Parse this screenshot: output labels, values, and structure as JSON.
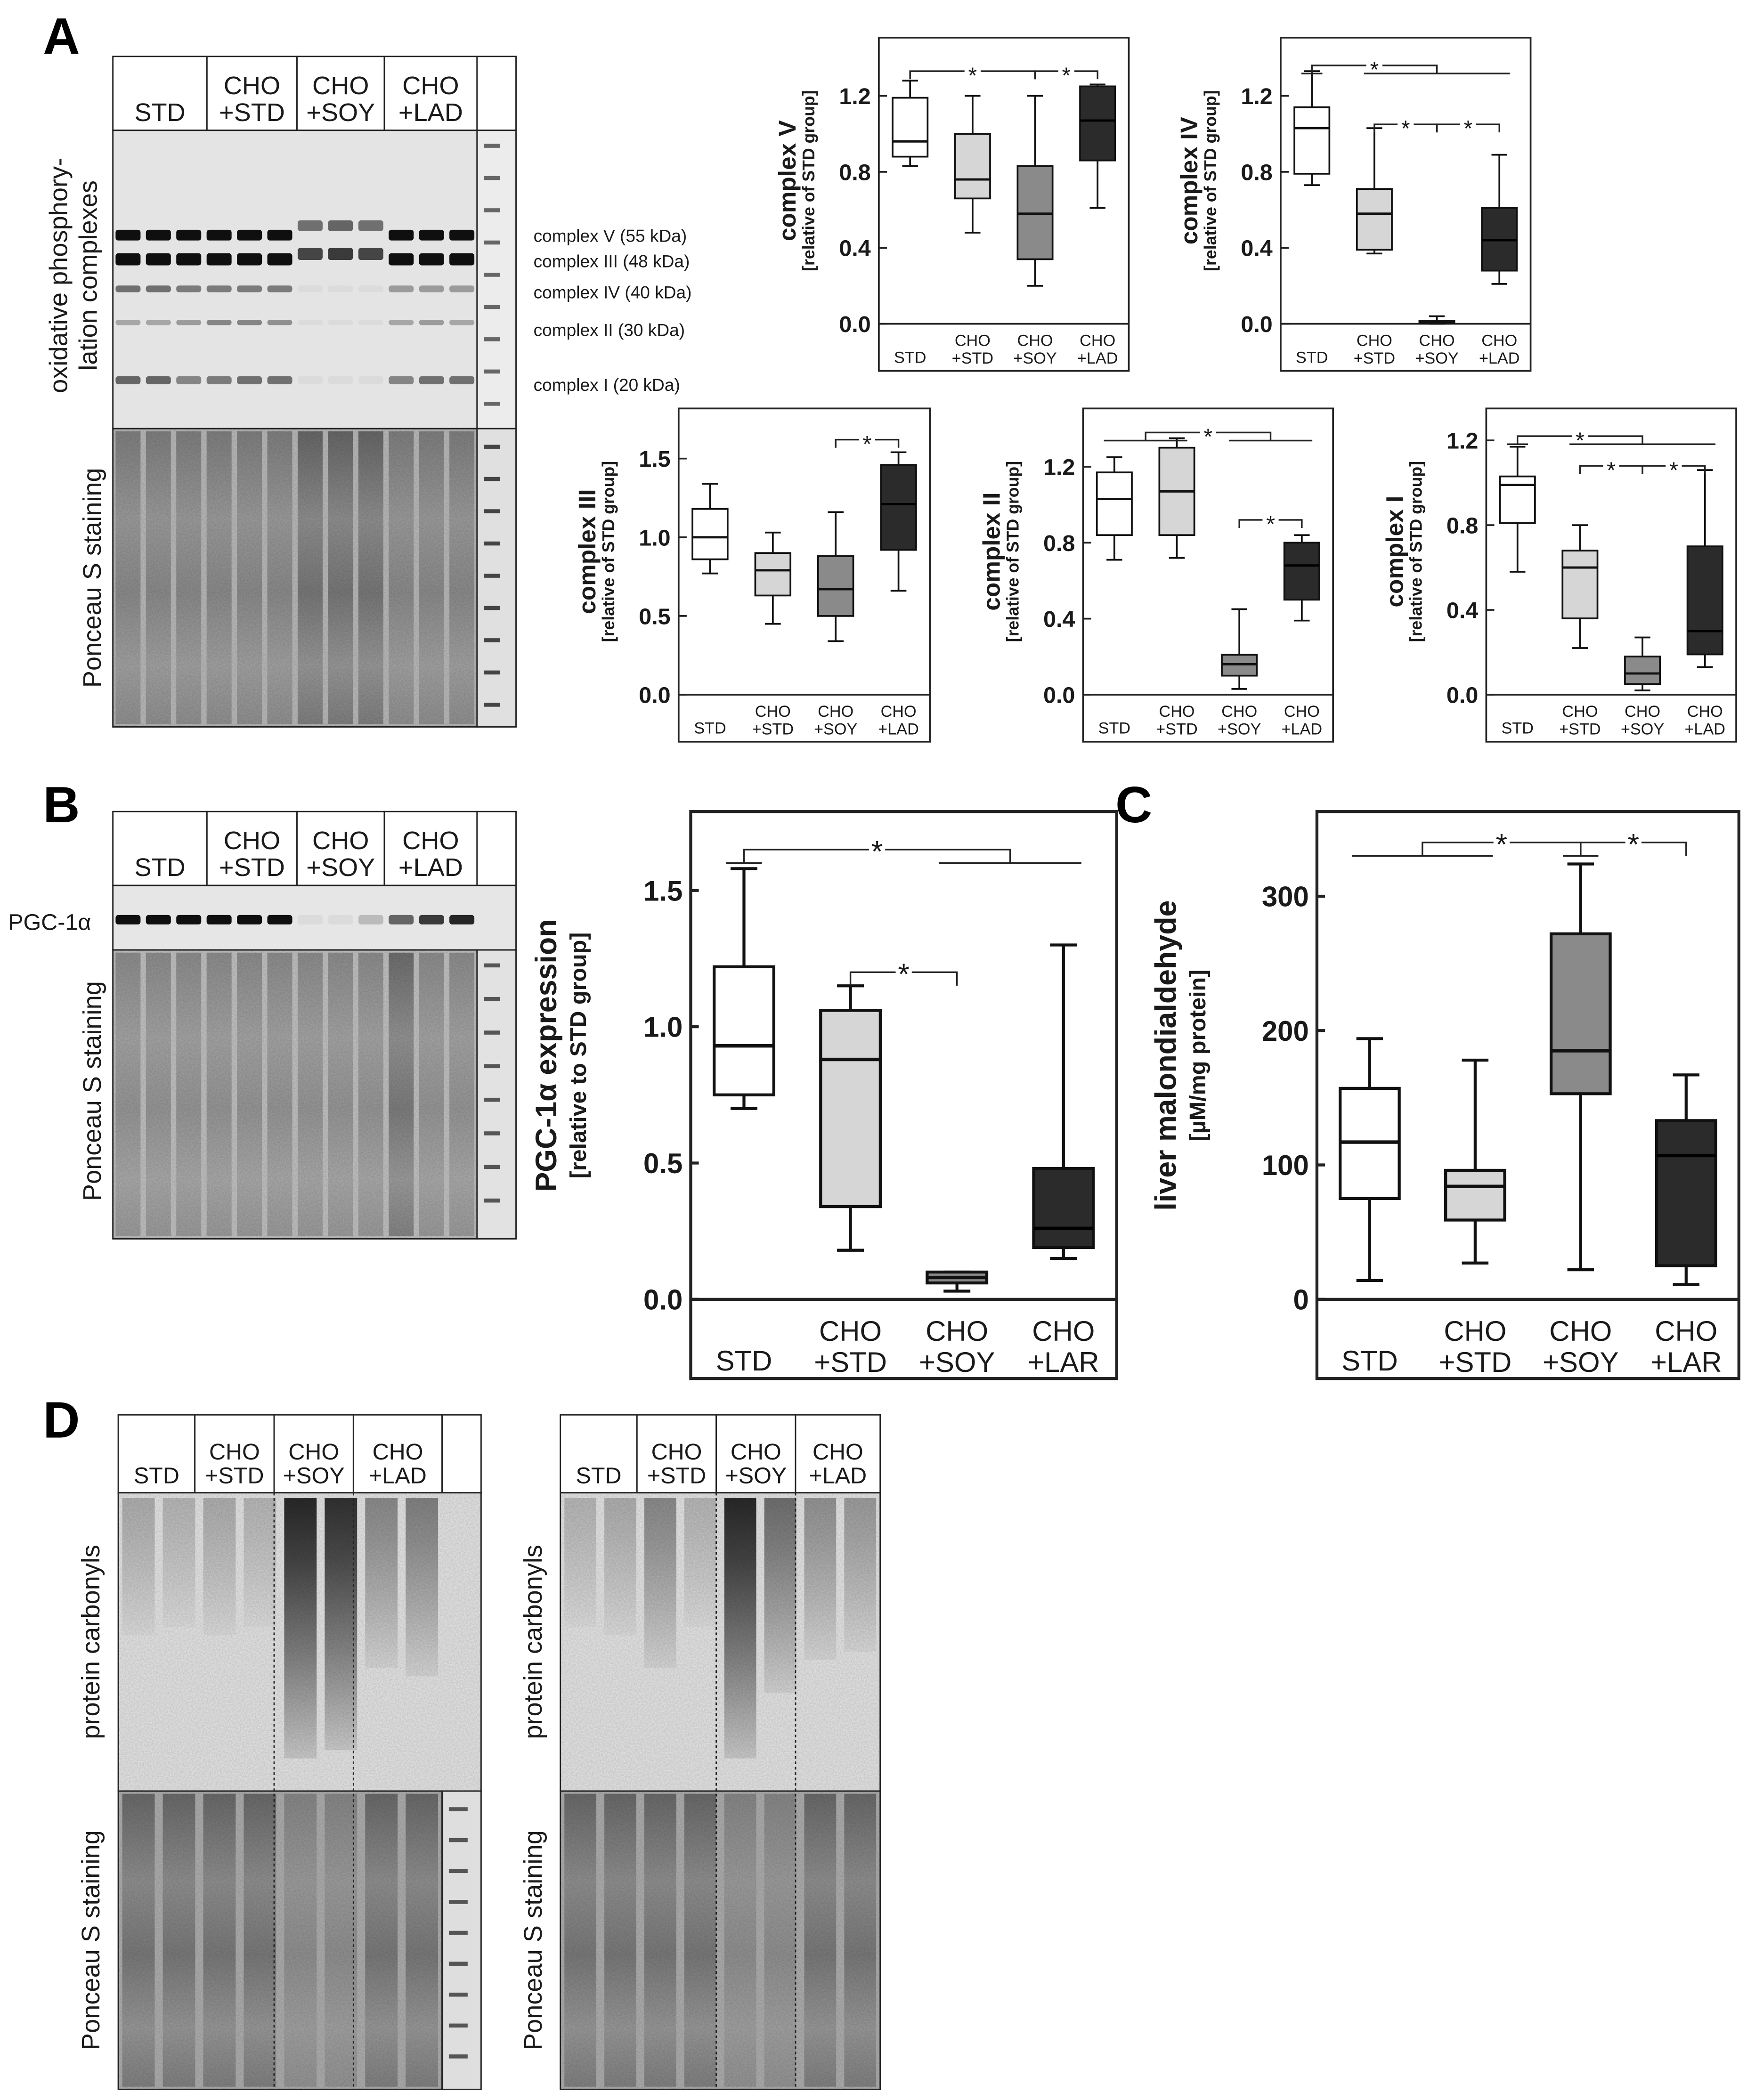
{
  "panel_letters": [
    "A",
    "B",
    "C",
    "D"
  ],
  "group_labels": [
    "STD",
    "CHO\n+STD",
    "CHO\n+SOY",
    "CHO\n+LAD"
  ],
  "group_labels_lar": [
    "STD",
    "CHO\n+STD",
    "CHO\n+SOY",
    "CHO\n+LAR"
  ],
  "blot_a": {
    "side_label_top": "oxidative phosphory-\nlation complexes",
    "side_label_bottom": "Ponceau S staining",
    "band_labels": [
      "complex V (55 kDa)",
      "complex III (48 kDa)",
      "complex IV (40 kDa)",
      "complex II (30 kDa)",
      "complex I (20 kDa)"
    ]
  },
  "blot_b": {
    "band_label": "PGC-1α",
    "side_label_bottom": "Ponceau S staining"
  },
  "blot_d": {
    "side_label_top": "protein carbonyls",
    "side_label_bottom": "Ponceau S staining"
  },
  "significance_marker": "*",
  "fill_colors": [
    "#ffffff",
    "#d6d6d6",
    "#8a8a8a",
    "#2b2b2b"
  ],
  "chart_data": [
    {
      "id": "complexV",
      "type": "box",
      "ylabel": "complex V",
      "ylabel_sub": "[relative of STD group]",
      "ylim": [
        0,
        1.45
      ],
      "yticks": [
        0.0,
        0.4,
        0.8,
        1.2
      ],
      "yticklabels": [
        "0.0",
        "0.4",
        "0.8",
        "1.2"
      ],
      "categories": [
        "STD",
        "CHO\n+STD",
        "CHO\n+SOY",
        "CHO\n+LAD"
      ],
      "boxes": [
        {
          "min": 0.83,
          "q1": 0.88,
          "median": 0.96,
          "q3": 1.19,
          "max": 1.28
        },
        {
          "min": 0.48,
          "q1": 0.66,
          "median": 0.76,
          "q3": 1.0,
          "max": 1.2
        },
        {
          "min": 0.2,
          "q1": 0.34,
          "median": 0.58,
          "q3": 0.83,
          "max": 1.2
        },
        {
          "min": 0.61,
          "q1": 0.86,
          "median": 1.07,
          "q3": 1.25,
          "max": 1.26
        }
      ]
    },
    {
      "id": "complexIV",
      "type": "box",
      "ylabel": "complex IV",
      "ylabel_sub": "[relative of STD group]",
      "ylim": [
        0,
        1.45
      ],
      "yticks": [
        0.0,
        0.4,
        0.8,
        1.2
      ],
      "yticklabels": [
        "0.0",
        "0.4",
        "0.8",
        "1.2"
      ],
      "categories": [
        "STD",
        "CHO\n+STD",
        "CHO\n+SOY",
        "CHO\n+LAD"
      ],
      "boxes": [
        {
          "min": 0.73,
          "q1": 0.79,
          "median": 1.03,
          "q3": 1.14,
          "max": 1.33
        },
        {
          "min": 0.37,
          "q1": 0.39,
          "median": 0.58,
          "q3": 0.71,
          "max": 1.03
        },
        {
          "min": 0.0,
          "q1": 0.005,
          "median": 0.01,
          "q3": 0.015,
          "max": 0.04
        },
        {
          "min": 0.21,
          "q1": 0.28,
          "median": 0.44,
          "q3": 0.61,
          "max": 0.89
        }
      ]
    },
    {
      "id": "complexIII",
      "type": "box",
      "ylabel": "complex III",
      "ylabel_sub": "[relative of STD group]",
      "ylim": [
        0,
        1.75
      ],
      "yticks": [
        0.0,
        0.5,
        1.0,
        1.5
      ],
      "yticklabels": [
        "0.0",
        "0.5",
        "1.0",
        "1.5"
      ],
      "categories": [
        "STD",
        "CHO\n+STD",
        "CHO\n+SOY",
        "CHO\n+LAD"
      ],
      "boxes": [
        {
          "min": 0.77,
          "q1": 0.86,
          "median": 1.0,
          "q3": 1.18,
          "max": 1.34
        },
        {
          "min": 0.45,
          "q1": 0.63,
          "median": 0.79,
          "q3": 0.9,
          "max": 1.03
        },
        {
          "min": 0.34,
          "q1": 0.5,
          "median": 0.67,
          "q3": 0.88,
          "max": 1.16
        },
        {
          "min": 0.66,
          "q1": 0.92,
          "median": 1.21,
          "q3": 1.46,
          "max": 1.54
        }
      ]
    },
    {
      "id": "complexII",
      "type": "box",
      "ylabel": "complex II",
      "ylabel_sub": "[relative of STD group]",
      "ylim": [
        0,
        1.45
      ],
      "yticks": [
        0.0,
        0.4,
        0.8,
        1.2
      ],
      "yticklabels": [
        "0.0",
        "0.4",
        "0.8",
        "1.2"
      ],
      "categories": [
        "STD",
        "CHO\n+STD",
        "CHO\n+SOY",
        "CHO\n+LAD"
      ],
      "boxes": [
        {
          "min": 0.71,
          "q1": 0.84,
          "median": 1.03,
          "q3": 1.17,
          "max": 1.25
        },
        {
          "min": 0.72,
          "q1": 0.84,
          "median": 1.07,
          "q3": 1.3,
          "max": 1.35
        },
        {
          "min": 0.03,
          "q1": 0.1,
          "median": 0.16,
          "q3": 0.21,
          "max": 0.45
        },
        {
          "min": 0.39,
          "q1": 0.5,
          "median": 0.68,
          "q3": 0.8,
          "max": 0.84
        }
      ]
    },
    {
      "id": "complexI",
      "type": "box",
      "ylabel": "complex I",
      "ylabel_sub": "[relative of STD group]",
      "ylim": [
        0,
        1.3
      ],
      "yticks": [
        0.0,
        0.4,
        0.8,
        1.2
      ],
      "yticklabels": [
        "0.0",
        "0.4",
        "0.8",
        "1.2"
      ],
      "categories": [
        "STD",
        "CHO\n+STD",
        "CHO\n+SOY",
        "CHO\n+LAD"
      ],
      "boxes": [
        {
          "min": 0.58,
          "q1": 0.81,
          "median": 0.99,
          "q3": 1.03,
          "max": 1.17
        },
        {
          "min": 0.22,
          "q1": 0.36,
          "median": 0.6,
          "q3": 0.68,
          "max": 0.8
        },
        {
          "min": 0.02,
          "q1": 0.05,
          "median": 0.1,
          "q3": 0.18,
          "max": 0.27
        },
        {
          "min": 0.13,
          "q1": 0.19,
          "median": 0.3,
          "q3": 0.7,
          "max": 1.06
        }
      ]
    },
    {
      "id": "pgc1a",
      "type": "box",
      "ylabel": "PGC-1α expression",
      "ylabel_sub": "[relative to STD group]",
      "ylim": [
        0,
        1.75
      ],
      "yticks": [
        0.0,
        0.5,
        1.0,
        1.5
      ],
      "yticklabels": [
        "0.0",
        "0.5",
        "1.0",
        "1.5"
      ],
      "categories": [
        "STD",
        "CHO\n+STD",
        "CHO\n+SOY",
        "CHO\n+LAR"
      ],
      "boxes": [
        {
          "min": 0.7,
          "q1": 0.75,
          "median": 0.93,
          "q3": 1.22,
          "max": 1.58
        },
        {
          "min": 0.18,
          "q1": 0.34,
          "median": 0.88,
          "q3": 1.06,
          "max": 1.15
        },
        {
          "min": 0.03,
          "q1": 0.06,
          "median": 0.08,
          "q3": 0.1,
          "max": 0.1
        },
        {
          "min": 0.15,
          "q1": 0.19,
          "median": 0.26,
          "q3": 0.48,
          "max": 1.3
        }
      ]
    },
    {
      "id": "malondialdehyde",
      "type": "box",
      "ylabel": "liver malondialdehyde",
      "ylabel_sub": "[µM/mg protein]",
      "ylim": [
        0,
        355
      ],
      "yticks": [
        0,
        100,
        200,
        300
      ],
      "yticklabels": [
        "0",
        "100",
        "200",
        "300"
      ],
      "categories": [
        "STD",
        "CHO\n+STD",
        "CHO\n+SOY",
        "CHO\n+LAR"
      ],
      "boxes": [
        {
          "min": 14,
          "q1": 75,
          "median": 117,
          "q3": 157,
          "max": 194
        },
        {
          "min": 27,
          "q1": 59,
          "median": 84,
          "q3": 96,
          "max": 178
        },
        {
          "min": 22,
          "q1": 153,
          "median": 185,
          "q3": 272,
          "max": 324
        },
        {
          "min": 11,
          "q1": 25,
          "median": 107,
          "q3": 133,
          "max": 167
        }
      ]
    }
  ]
}
